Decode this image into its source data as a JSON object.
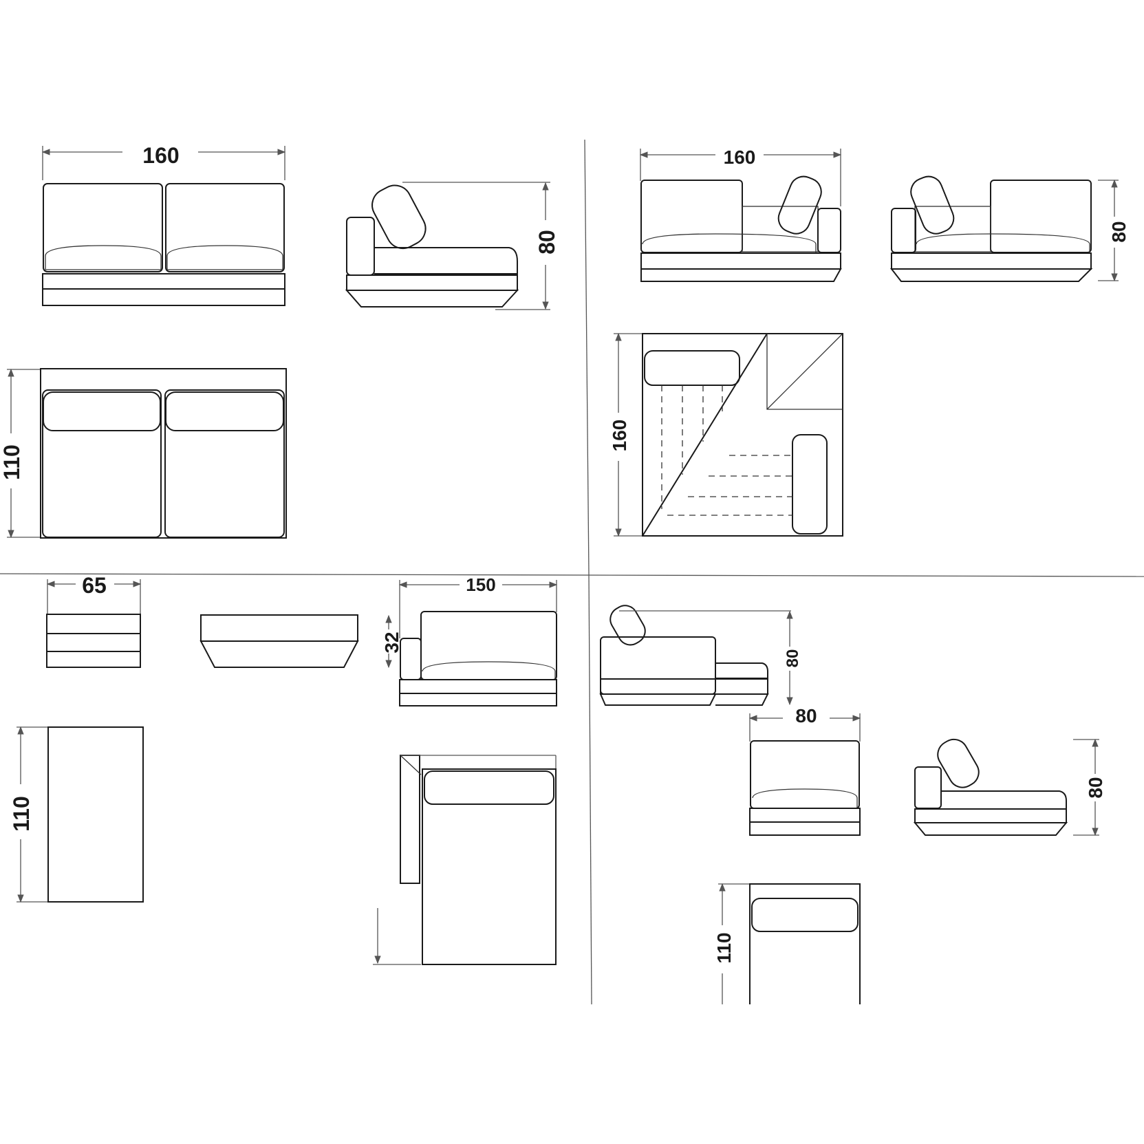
{
  "labels": {
    "q1_top_width": "160",
    "q1_side_height": "80",
    "q1_plan_depth": "110",
    "q2_front_width": "160",
    "q2_side_height": "80",
    "q2_plan_width": "160",
    "q3_ottoman_width": "65",
    "q3_ottoman_height": "32",
    "q3_plan_depth": "110",
    "q3_chaise_width": "150",
    "q4_side_height": "80",
    "q4_front_width": "80",
    "q4_side2_height": "80",
    "q4_plan_depth": "110"
  }
}
